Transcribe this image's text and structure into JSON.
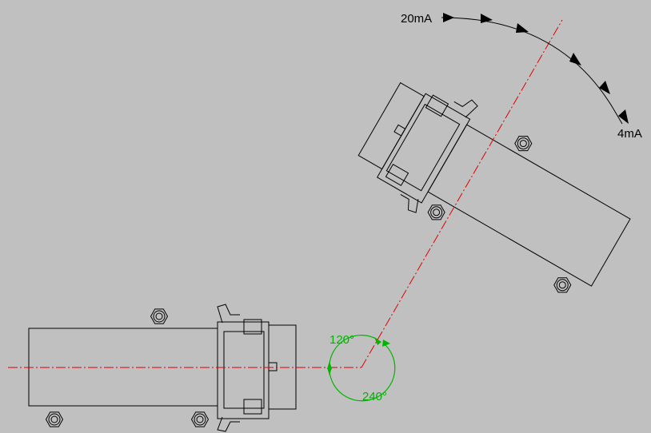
{
  "labels": {
    "current_max": "20mA",
    "current_min": "4mA",
    "angle_small": "120°",
    "angle_large": "240°"
  },
  "colors": {
    "background": "#c0c0c0",
    "lines": "#000000",
    "centerline": "#e00000",
    "angle": "#00b400"
  }
}
